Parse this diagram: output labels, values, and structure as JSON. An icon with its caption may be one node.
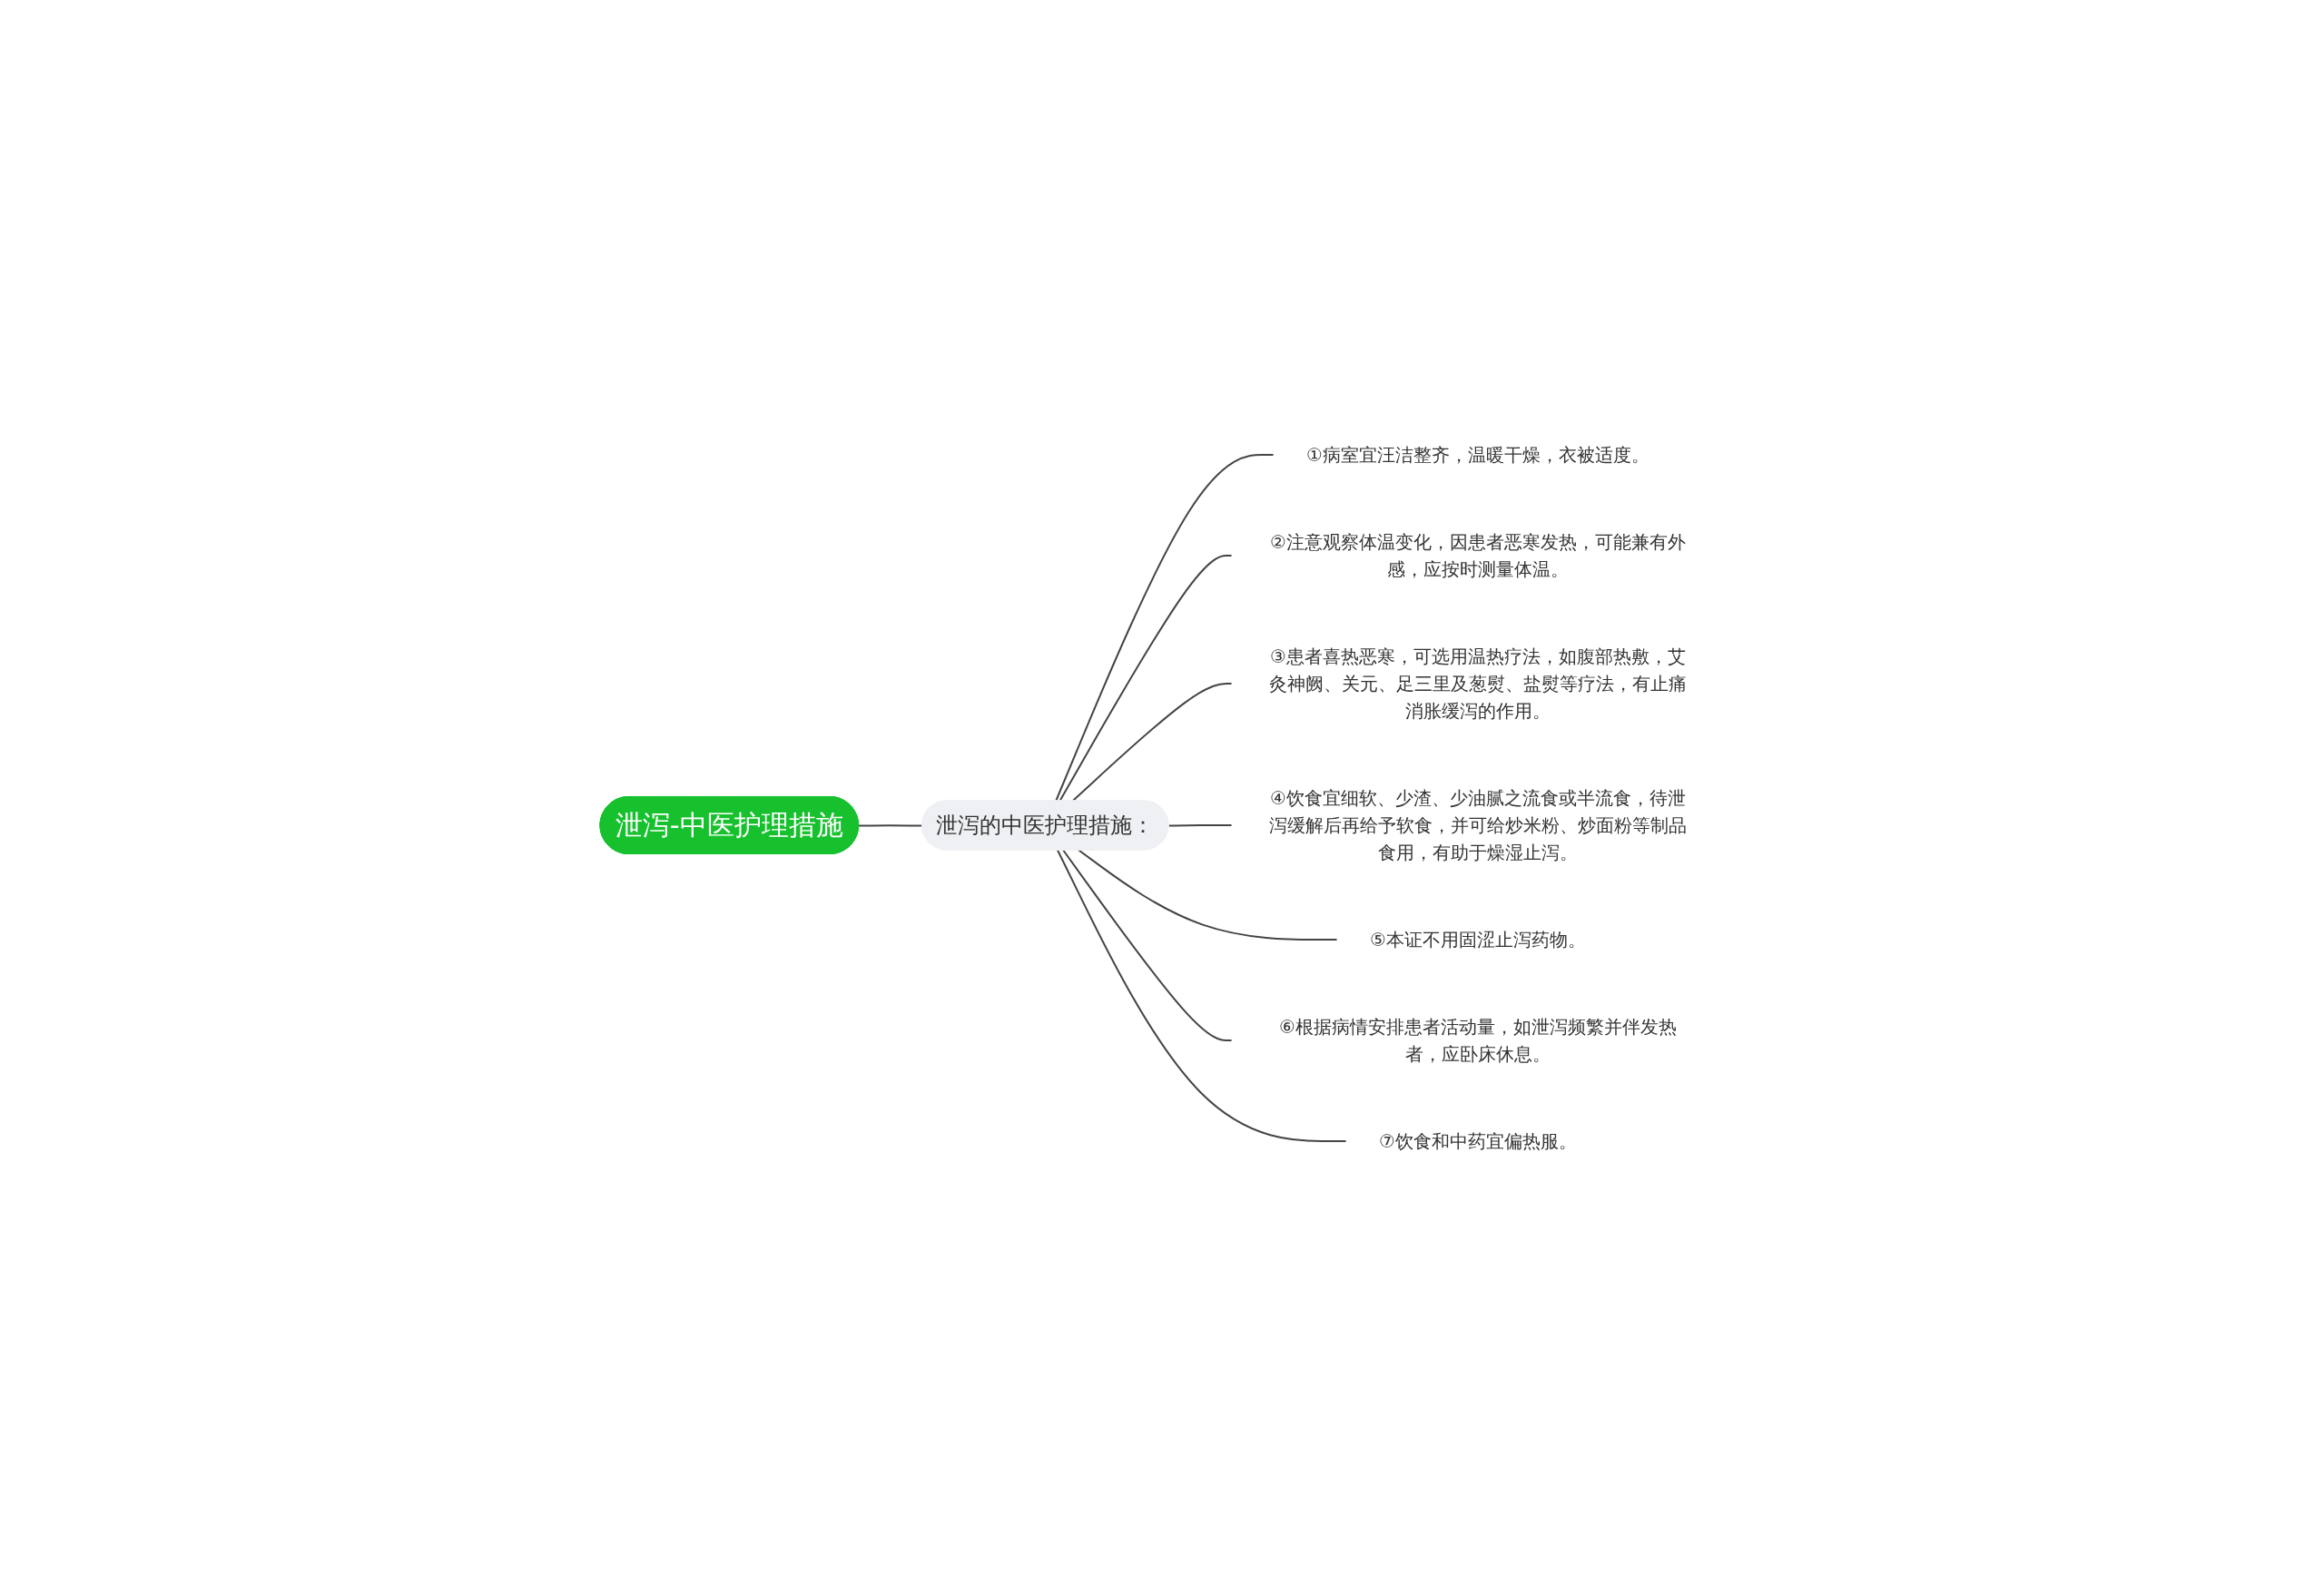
{
  "diagram": {
    "nodes": [
      {
        "text": [
          "泄泻-中医护理措施"
        ]
      },
      {
        "text": [
          "泄泻的中医护理措施："
        ]
      },
      {
        "text": [
          "①病室宜汪洁整齐，温暖干燥，衣被适度。"
        ]
      },
      {
        "text": [
          "②注意观察体温变化，因患者恶寒发热，可能兼有外感，应按时测量体温。"
        ]
      },
      {
        "text": [
          "③患者喜热恶寒，可选用温热疗法，如腹部热敷，艾灸神阙、关元、足三里及葱熨、盐熨等疗法，有止痛消胀缓泻的作用。"
        ]
      },
      {
        "text": [
          "④饮食宜细软、少渣、少油腻之流食或半流食，待泄泻缓解后再给予软食，并可给炒米粉、炒面粉等制品食用，有助于燥湿止泻。"
        ]
      },
      {
        "text": [
          "⑤本证不用固涩止泻药物。"
        ]
      },
      {
        "text": [
          "⑥根据病情安排患者活动量，如泄泻频繁并伴发热者，应卧床休息。"
        ]
      },
      {
        "text": [
          "⑦饮食和中药宜偏热服。"
        ]
      }
    ],
    "edges": [
      {
        "from": 0,
        "to": 1,
        "arrow": "none"
      },
      {
        "from": 1,
        "to": 2,
        "arrow": "none"
      },
      {
        "from": 1,
        "to": 3,
        "arrow": "none"
      },
      {
        "from": 1,
        "to": 4,
        "arrow": "none"
      },
      {
        "from": 1,
        "to": 5,
        "arrow": "none"
      },
      {
        "from": 1,
        "to": 6,
        "arrow": "none"
      },
      {
        "from": 1,
        "to": 7,
        "arrow": "none"
      },
      {
        "from": 1,
        "to": 8,
        "arrow": "none"
      }
    ]
  }
}
